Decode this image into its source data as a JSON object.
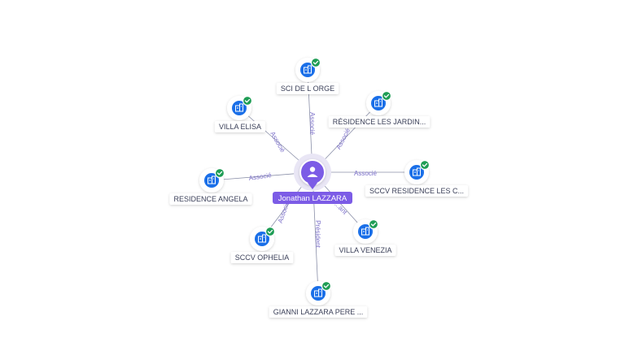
{
  "center": {
    "name": "Jonathan LAZZARA"
  },
  "companies": [
    {
      "name": "SCI DE L ORGE",
      "relation": "Associé",
      "verified": true
    },
    {
      "name": "VILLA ELISA",
      "relation": "Associé",
      "verified": true
    },
    {
      "name": "RÉSIDENCE LES JARDIN...",
      "relation": "Associé",
      "verified": true
    },
    {
      "name": "RESIDENCE ANGELA",
      "relation": "Associé",
      "verified": true
    },
    {
      "name": "SCCV RESIDENCE LES C...",
      "relation": "Associé",
      "verified": true
    },
    {
      "name": "SCCV OPHELIA",
      "relation": "Associé",
      "verified": true
    },
    {
      "name": "VILLA VENEZIA",
      "relation": "...ant",
      "verified": true
    },
    {
      "name": "GIANNI LAZZARA PERE ...",
      "relation": "Président",
      "verified": true
    }
  ],
  "colors": {
    "center": "#7c5ce6",
    "edge": "#8a8fa8",
    "edge_label": "#7b6fc9",
    "company_icon": "#1a6fe8",
    "verified_badge": "#1f9d55",
    "label_text": "#3a3f58"
  },
  "icons": {
    "center": "person-icon",
    "company": "building-icon",
    "badge": "check-icon"
  }
}
